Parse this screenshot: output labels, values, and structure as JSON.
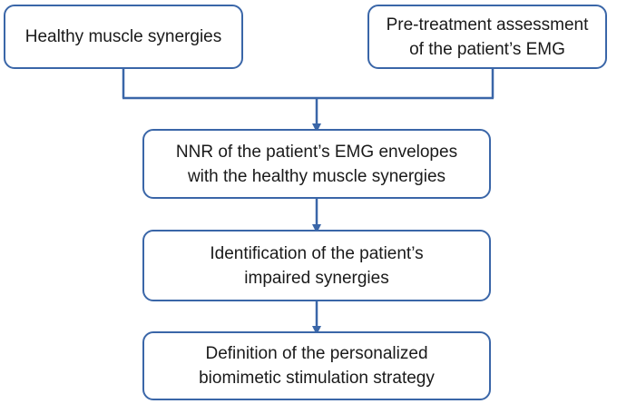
{
  "diagram": {
    "colors": {
      "box_border": "#3a66a8",
      "connector": "#3a66a8",
      "text": "#1a1a1a",
      "background": "#ffffff"
    },
    "nodes": {
      "healthy_synergies": {
        "line1": "Healthy muscle synergies"
      },
      "pretreatment_assessment": {
        "line1": "Pre-treatment assessment",
        "line2": "of the patient’s EMG"
      },
      "nnr": {
        "line1": "NNR of the patient’s EMG envelopes",
        "line2": "with the healthy muscle synergies"
      },
      "identification": {
        "line1": "Identification of the patient’s",
        "line2": "impaired synergies"
      },
      "definition": {
        "line1": "Definition of the personalized",
        "line2": "biomimetic stimulation strategy"
      }
    },
    "edges": [
      {
        "from": "healthy_synergies",
        "to": "nnr"
      },
      {
        "from": "pretreatment_assessment",
        "to": "nnr"
      },
      {
        "from": "nnr",
        "to": "identification"
      },
      {
        "from": "identification",
        "to": "definition"
      }
    ]
  }
}
